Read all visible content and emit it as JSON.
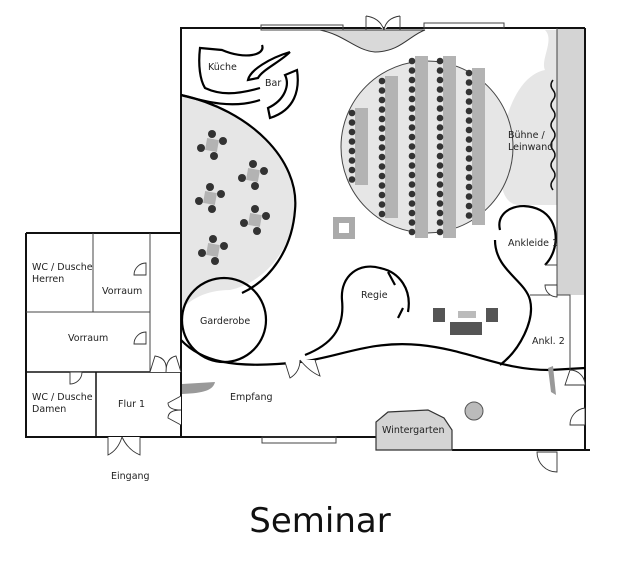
{
  "title": "Seminar",
  "rooms": {
    "kueche": "Küche",
    "bar": "Bar",
    "buehne_1": "Bühne /",
    "buehne_2": "Leinwand",
    "ankleide1": "Ankleide 1",
    "ankl2": "Ankl. 2",
    "regie": "Regie",
    "garderobe": "Garderobe",
    "empfang": "Empfang",
    "wintergarten": "Wintergarten",
    "wc_herren_1": "WC / Dusche",
    "wc_herren_2": "Herren",
    "vorraum_top": "Vorraum",
    "vorraum_mid": "Vorraum",
    "wc_damen_1": "WC / Dusche",
    "wc_damen_2": "Damen",
    "flur": "Flur 1",
    "eingang": "Eingang"
  },
  "colors": {
    "floor_grey": "#e6e6e6",
    "table_grey": "#b3b3b3",
    "chair": "#333333",
    "stage": "#d4d4d4"
  }
}
